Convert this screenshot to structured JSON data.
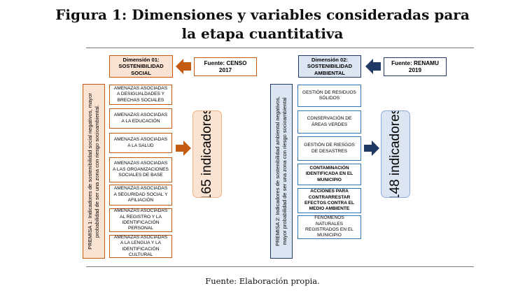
{
  "figure": {
    "title_line1": "Figura 1: Dimensiones y variables consideradas para",
    "title_line2": "la etapa cuantitativa",
    "footer": "Fuente: Elaboración propia."
  },
  "left": {
    "dimension_line1": "Dimensión 01:",
    "dimension_line2": "SOSTENIBILIDAD",
    "dimension_line3": "SOCIAL",
    "source": "Fuente: CENSO 2017",
    "premise_line1": "PREMISA 1: Indicadores de sostenibilidad social negativos, mayor",
    "premise_line2": "probabilidad de ser una zona con riesgo socioambiental.",
    "items": [
      "AMENAZAS ASOCIADAS A DESIGUALDADES Y BRECHAS SOCIALES",
      "AMENAZAS ASOCIADAS A LA EDUCACIÓN",
      "AMENAZAS ASOCIADAS A LA SALUD",
      "AMENAZAS ASOCIADAS A LAS ORGANIZACIONES SOCIALES DE BASE",
      "AMENAZAS ASOCIADAS A SEGURIDAD SOCIAL Y AFILIACIÓN",
      "AMENAZAS ASOCIADAS AL REGISTRO Y LA IDENTIFICACIÓN PERSONAL",
      "AMENAZAS ASOCIADAS A LA LENGUA Y LA IDENTIFICACIÓN CULTURAL"
    ],
    "count": "165 indicadores",
    "colors": {
      "border": "#c55a11",
      "fill": "#fbe3d4",
      "arrow": "#c55a11"
    }
  },
  "right": {
    "dimension_line1": "Dimensión 02:",
    "dimension_line2": "SOSTENIBILIDAD",
    "dimension_line3": "AMBIENTAL",
    "source_line1": "Fuente: RENAMU",
    "source_line2": "2019",
    "premise_line1": "PREMISA 2: Indicadores de sostenibilidad ambiental negativos,",
    "premise_line2": "mayor probabilidad de ser una zona con riesgo socioambiental",
    "items": [
      "GESTIÓN DE RESIDUOS SÓLIDOS",
      "CONSERVACIÓN DE ÁREAS VERDES",
      "GESTIÓN DE RIESGOS DE DESASTRES",
      "CONTAMINACIÓN IDENTIFICADA EN EL MUNICIPIO",
      "ACCIONES PARA CONTRARRESTAR EFECTOS CONTRA EL MEDIO AMBIENTE",
      "FENÓMENOS NATURALES REGISTRADOS EN EL MUNICIPIO"
    ],
    "count": "148 indicadores",
    "colors": {
      "border": "#203864",
      "fill": "#dce6f2",
      "arrow": "#203864"
    }
  }
}
